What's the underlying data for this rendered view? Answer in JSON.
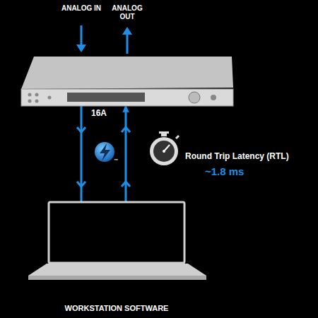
{
  "diagram": {
    "nodes": [
      {
        "text": [
          "16A"
        ]
      },
      {
        "text": [
          "WORKSTATION SOFTWARE"
        ]
      }
    ],
    "edges": [
      {
        "from": 0,
        "to": 1,
        "arrow": "to"
      },
      {
        "from": 1,
        "to": 0,
        "arrow": "to"
      }
    ],
    "labels": [
      "ANALOG IN",
      "ANALOG OUT",
      "™",
      "Round Trip Latency (RTL)",
      "~1.8 ms"
    ]
  }
}
